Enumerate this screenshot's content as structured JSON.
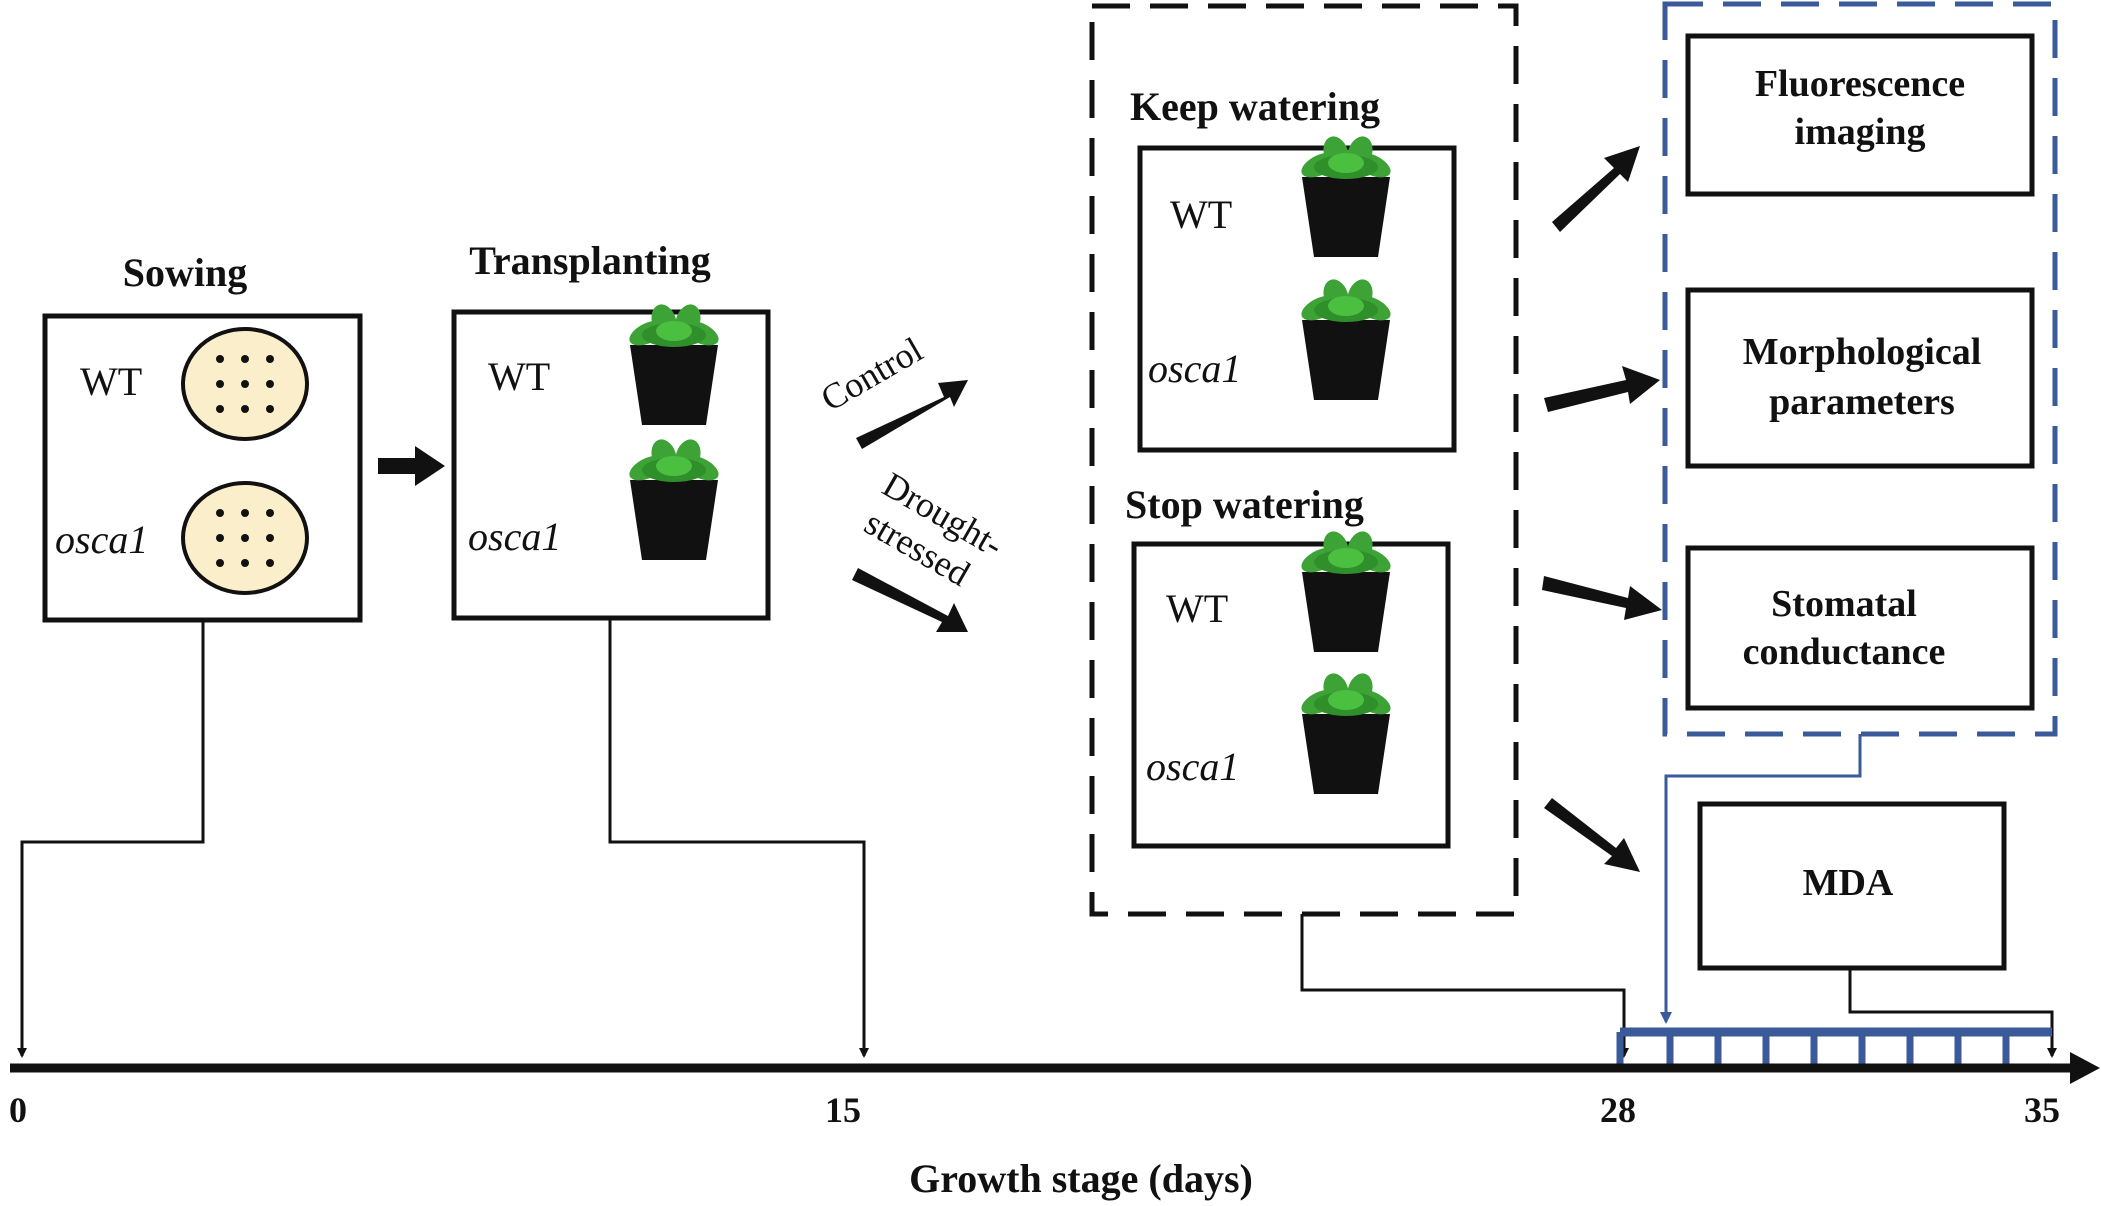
{
  "stages": {
    "sowing": {
      "title": "Sowing",
      "wt": "WT",
      "mutant": "osca1"
    },
    "transplanting": {
      "title": "Transplanting",
      "wt": "WT",
      "mutant": "osca1"
    },
    "keep_watering": {
      "title": "Keep watering",
      "wt": "WT",
      "mutant": "osca1"
    },
    "stop_watering": {
      "title": "Stop watering",
      "wt": "WT",
      "mutant": "osca1"
    }
  },
  "treatments": {
    "control": "Control",
    "drought_line1": "Drought-",
    "drought_line2": "stressed"
  },
  "measurements": {
    "fluorescence": [
      "Fluorescence",
      "imaging"
    ],
    "morphological": [
      "Morphological",
      "parameters"
    ],
    "stomatal": [
      "Stomatal",
      "conductance"
    ],
    "mda": "MDA"
  },
  "axis": {
    "label": "Growth stage (days)",
    "ticks": [
      "0",
      "15",
      "28",
      "35"
    ]
  },
  "colors": {
    "measurement_group_border": "#3a5a9a",
    "leaf": "#3da336",
    "pot": "#111111",
    "dish": "#fbefcb"
  }
}
